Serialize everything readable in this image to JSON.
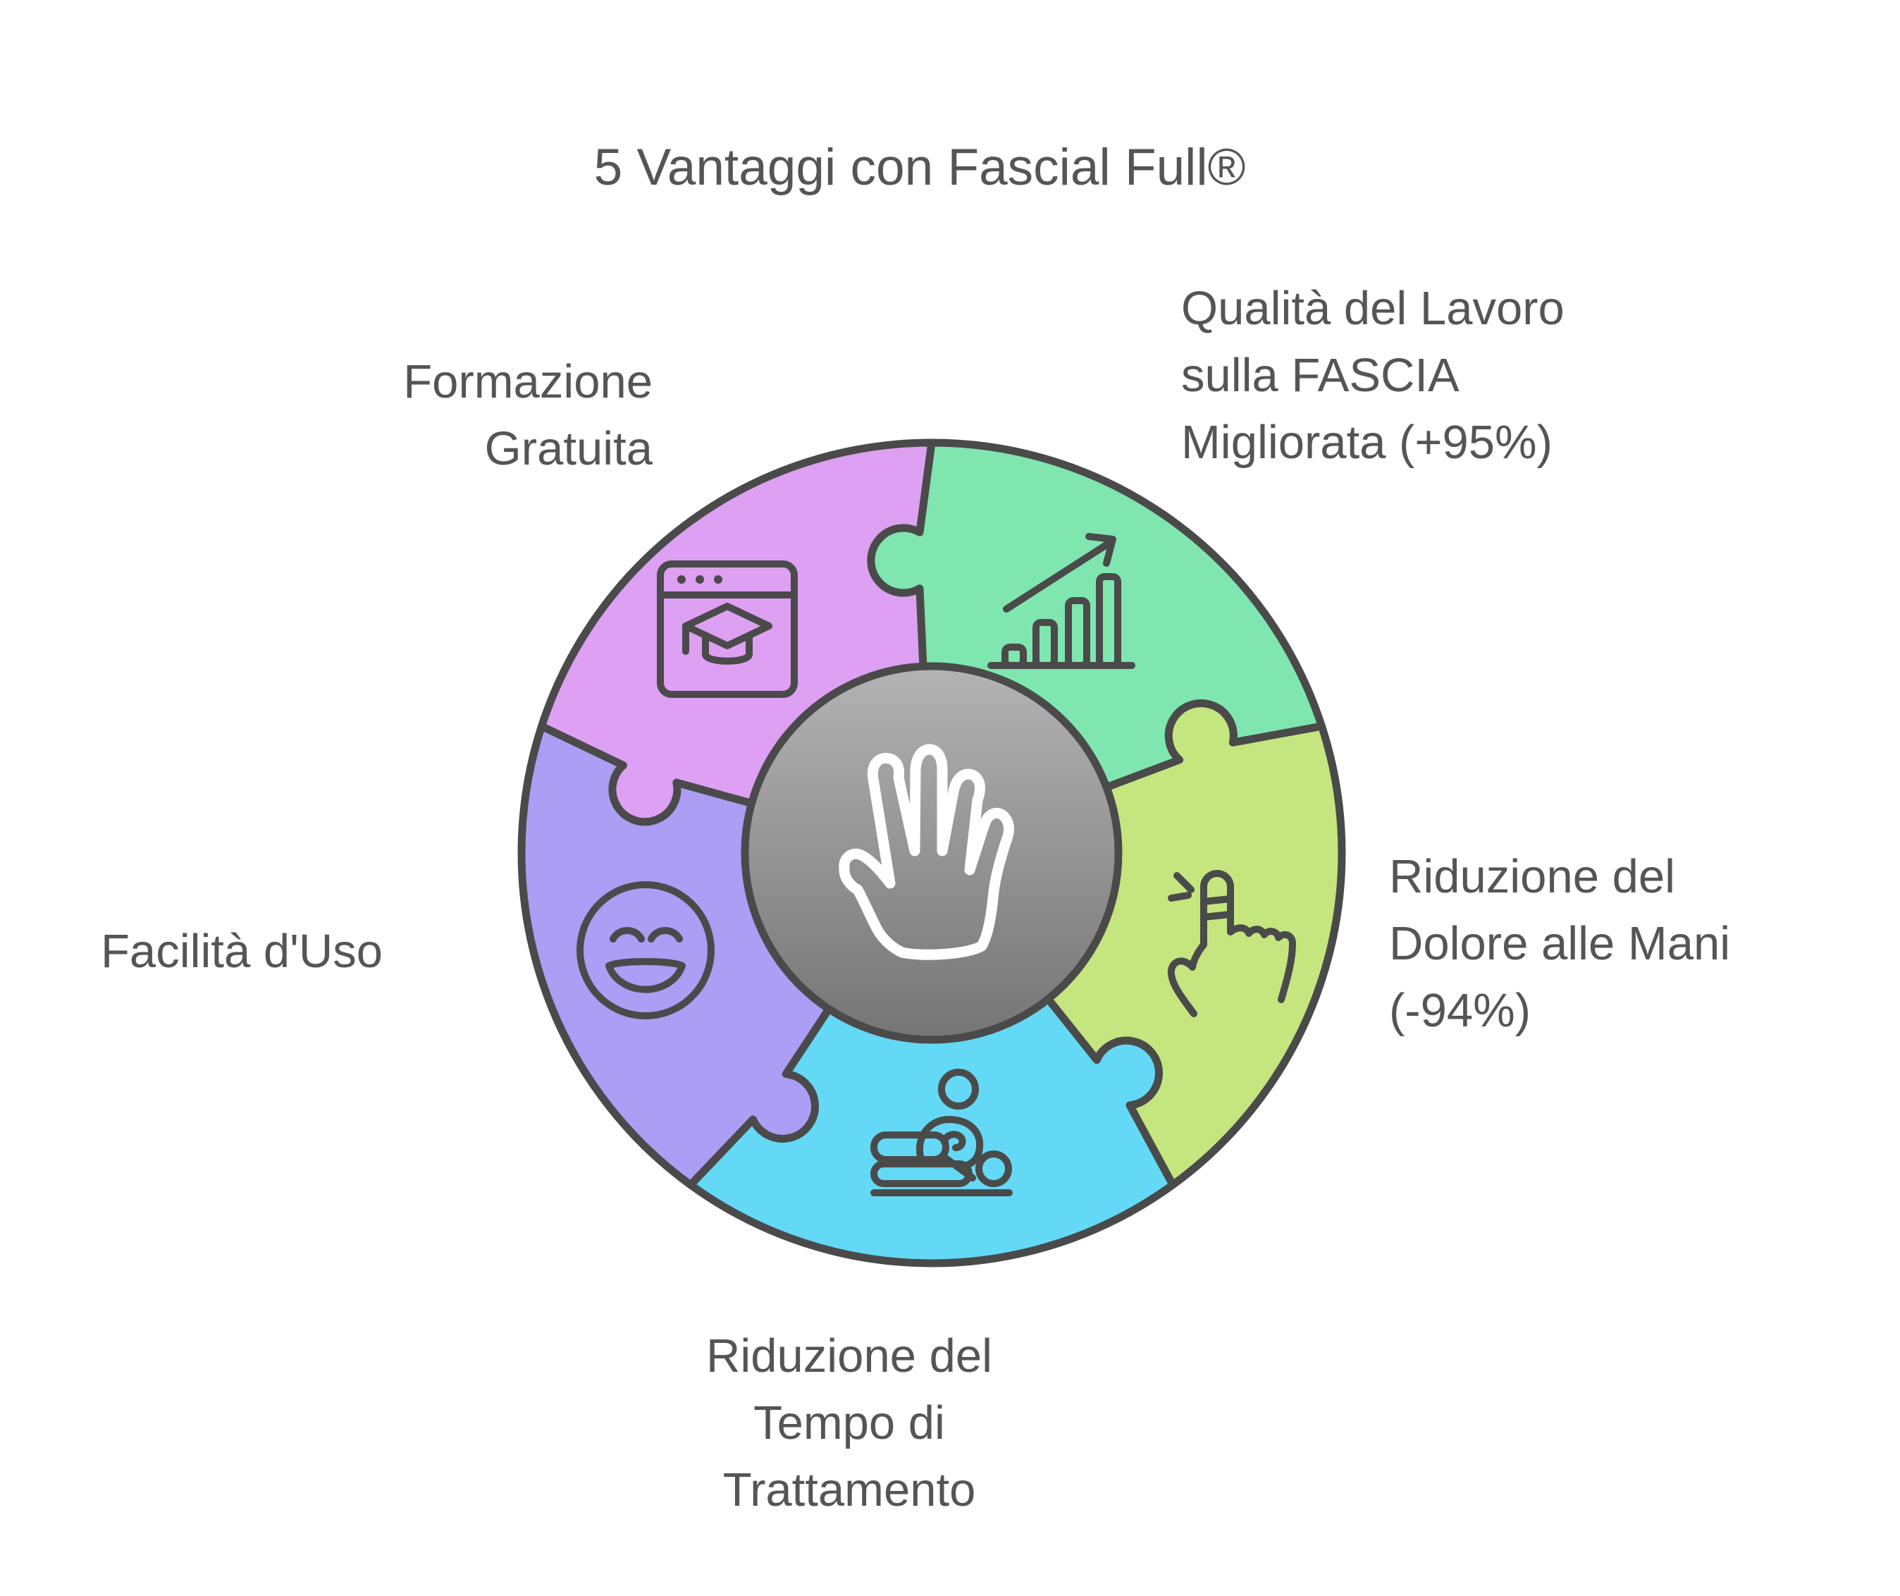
{
  "title": "5 Vantaggi con Fascial Full®",
  "diagram": {
    "type": "puzzle-wheel",
    "stroke_color": "#4a4a4a",
    "text_color": "#555555",
    "center": {
      "icon": "open-hand",
      "fill_top": "#b3b3b3",
      "fill_bottom": "#757575"
    },
    "pieces": [
      {
        "id": "formazione",
        "label": "Formazione\nGratuita",
        "color": "#dda0f2",
        "icon": "training-browser",
        "angle_start": 198,
        "angle_end": 270
      },
      {
        "id": "qualita",
        "label": "Qualità del Lavoro\nsulla FASCIA\nMigliorata (+95%)",
        "color": "#7fe6b0",
        "icon": "growth-chart",
        "angle_start": 270,
        "angle_end": 342
      },
      {
        "id": "dolore",
        "label": "Riduzione del\nDolore alle Mani\n(-94%)",
        "color": "#c5e67f",
        "icon": "pointing-hand",
        "angle_start": 342,
        "angle_end": 54
      },
      {
        "id": "tempo",
        "label": "Riduzione del\nTempo di\nTrattamento",
        "color": "#63d9f6",
        "icon": "massage",
        "angle_start": 54,
        "angle_end": 126
      },
      {
        "id": "facilita",
        "label": "Facilità d'Uso",
        "color": "#ab9ef4",
        "icon": "smiley",
        "angle_start": 126,
        "angle_end": 198
      }
    ]
  }
}
